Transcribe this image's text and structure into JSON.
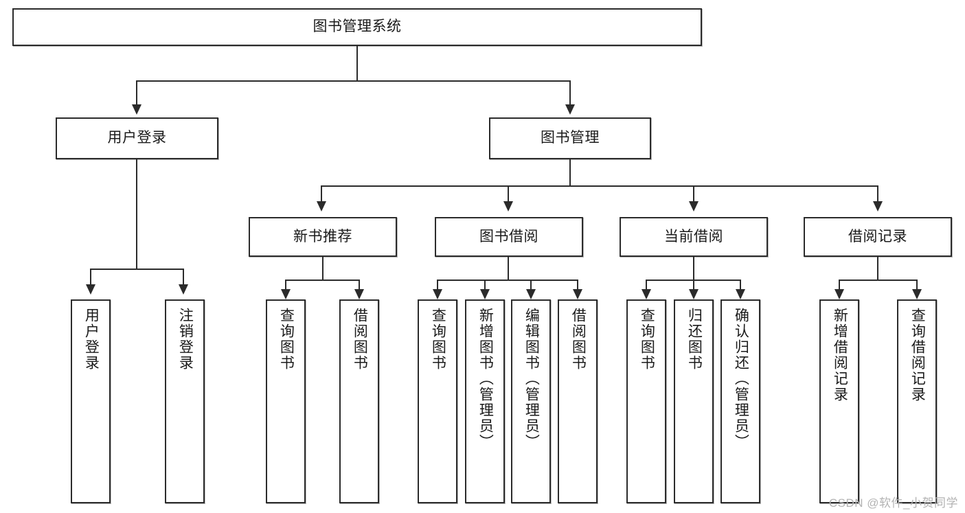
{
  "diagram": {
    "type": "tree-hierarchy",
    "title": "图书管理系统",
    "root": {
      "id": "root",
      "label": "图书管理系统",
      "level": 0
    },
    "level1": [
      {
        "id": "user-login",
        "label": "用户登录"
      },
      {
        "id": "book-manage",
        "label": "图书管理"
      }
    ],
    "level2": [
      {
        "id": "new-book-recommend",
        "label": "新书推荐",
        "parent": "book-manage"
      },
      {
        "id": "book-borrow",
        "label": "图书借阅",
        "parent": "book-manage"
      },
      {
        "id": "current-borrow",
        "label": "当前借阅",
        "parent": "book-manage"
      },
      {
        "id": "borrow-record",
        "label": "借阅记录",
        "parent": "book-manage"
      }
    ],
    "leaves": {
      "user-login": [
        {
          "id": "leaf-user-login",
          "label": "用户登录"
        },
        {
          "id": "leaf-user-logout",
          "label": "注销登录"
        }
      ],
      "new-book-recommend": [
        {
          "id": "leaf-query-book-1",
          "label": "查询图书"
        },
        {
          "id": "leaf-borrow-book-1",
          "label": "借阅图书"
        }
      ],
      "book-borrow": [
        {
          "id": "leaf-query-book-2",
          "label": "查询图书"
        },
        {
          "id": "leaf-add-book",
          "label": "新增图书（管理员）"
        },
        {
          "id": "leaf-edit-book",
          "label": "编辑图书（管理员）"
        },
        {
          "id": "leaf-borrow-book-2",
          "label": "借阅图书"
        }
      ],
      "current-borrow": [
        {
          "id": "leaf-query-book-3",
          "label": "查询图书"
        },
        {
          "id": "leaf-return-book",
          "label": "归还图书"
        },
        {
          "id": "leaf-confirm-return",
          "label": "确认归还（管理员）"
        }
      ],
      "borrow-record": [
        {
          "id": "leaf-add-record",
          "label": "新增借阅记录"
        },
        {
          "id": "leaf-query-record",
          "label": "查询借阅记录"
        }
      ]
    }
  },
  "watermark": {
    "text": "CSDN @软件_小贺同学"
  },
  "colors": {
    "stroke": "#2b2b2b",
    "fill": "#ffffff",
    "text": "#1a1a1a",
    "watermark": "#b3b3b3"
  }
}
